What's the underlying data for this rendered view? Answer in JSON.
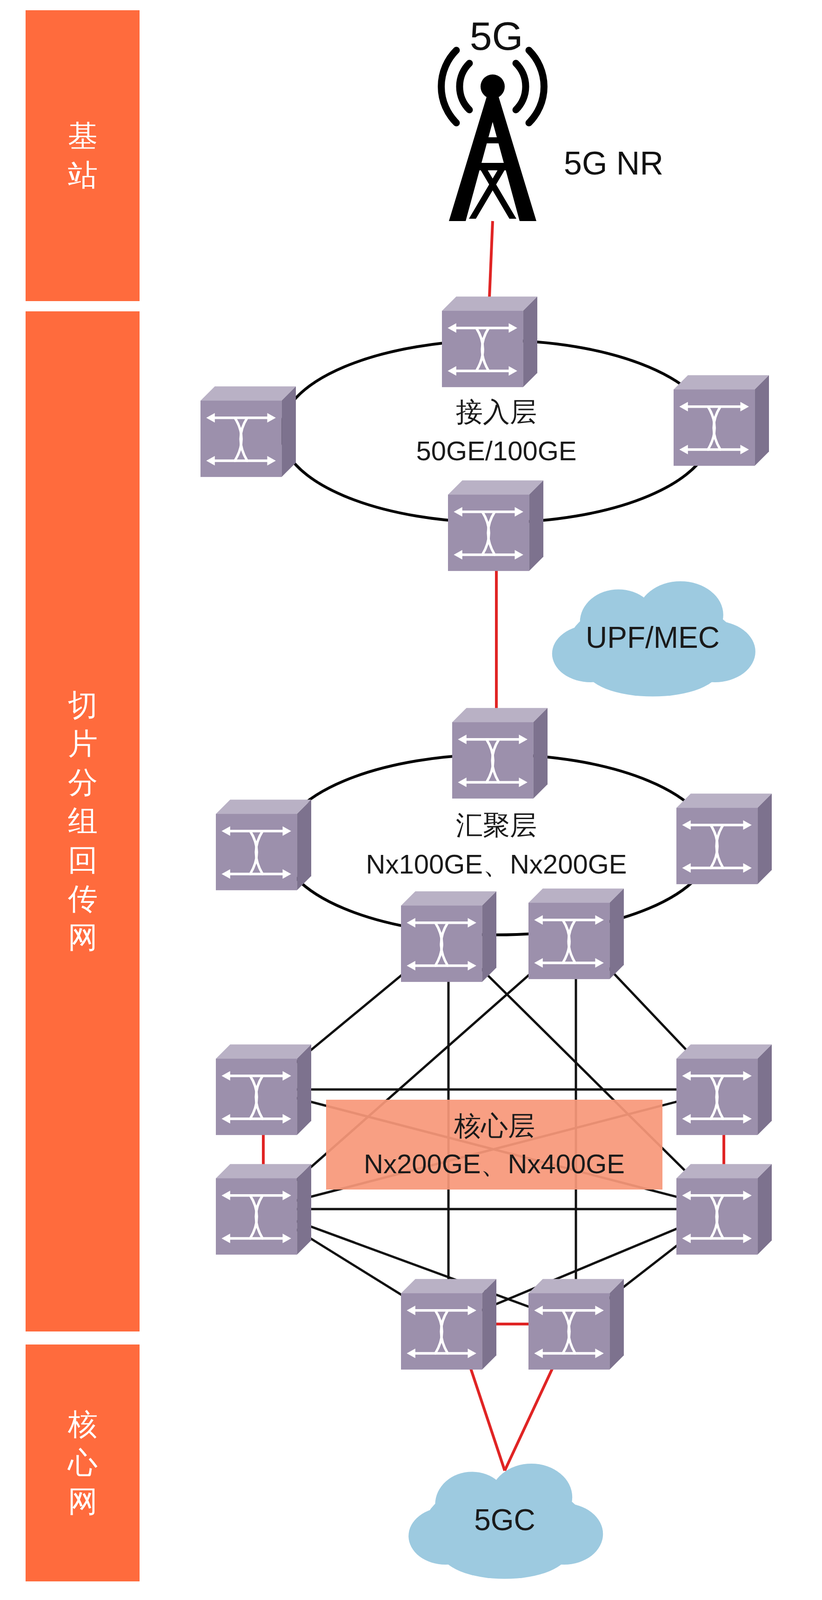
{
  "diagram": {
    "nodes": [
      {
        "text": [
          "基站"
        ]
      },
      {
        "text": [
          "切片分组回传网"
        ]
      },
      {
        "text": [
          "核心网"
        ]
      },
      {
        "text": [
          "接入层",
          "50GE/100GE"
        ]
      },
      {
        "text": [
          "UPF/MEC"
        ]
      },
      {
        "text": [
          "汇聚层",
          "Nx100GE、Nx200GE"
        ]
      },
      {
        "text": [
          "核心层",
          "Nx200GE、Nx400GE"
        ]
      },
      {
        "text": [
          "5GC"
        ]
      }
    ],
    "edges": [
      {
        "from": 3,
        "to": 5,
        "arrow": "none"
      }
    ],
    "labels": [
      "5G",
      "5G NR"
    ]
  }
}
